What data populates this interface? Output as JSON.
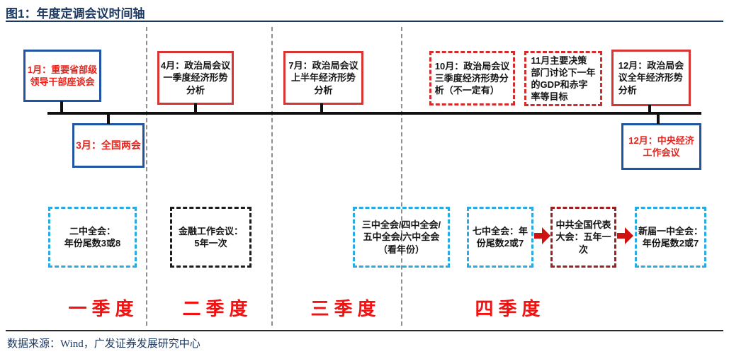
{
  "header": {
    "title": "图1：年度定调会议时间轴"
  },
  "timeline_boxes": {
    "jan": "1月：重要省部级\n领导干部座谈会",
    "mar": "3月：全国两会",
    "apr": "4月：政治局会议\n一季度经济形势\n分析",
    "jul": "7月：政治局会议\n上半年经济形势\n分析",
    "oct": "10月：政治局会议\n三季度经济形势分\n析（不一定有）",
    "nov": "11月主要决策\n部门讨论下一年\n的GDP和赤字\n率等目标",
    "dec_politburo": "12月：政治局会\n议全年经济形势\n分析",
    "dec_cewc": "12月：中央经济\n工作会议"
  },
  "plenary_boxes": {
    "second_plenary": "二中全会：\n年份尾数3或8",
    "financial_work": "金融工作会议：\n5年一次",
    "mid_plenaries": "三中全会/四中全会/\n五中全会/六中全会\n（看年份）",
    "seventh_plenary": "七中全会：年\n份尾数2或7",
    "national_congress": "中共全国代表\n大会：五年一\n次",
    "new_first_plenary": "新届一中全会：\n年份尾数2或7"
  },
  "quarters": {
    "q1": "一季度",
    "q2": "二季度",
    "q3": "三季度",
    "q4": "四季度"
  },
  "footer": {
    "source": "数据来源：Wind，广发证券发展研究中心"
  },
  "colors": {
    "navy_text": "#1d3861",
    "blue_box_border": "#2155a3",
    "red_box_border": "#d93434",
    "red_dashed_border": "#d42b2b",
    "dark_red_dashed_border": "#9e1f1f",
    "cyan_dashed_border": "#29abe2",
    "black_dashed_border": "#1c1c1c",
    "red_text": "#e8231b",
    "quarter_label_red": "#f21212",
    "arrow_red": "#ce1212",
    "timeline_black": "#101010",
    "divider_gray": "#8f8f8f"
  }
}
